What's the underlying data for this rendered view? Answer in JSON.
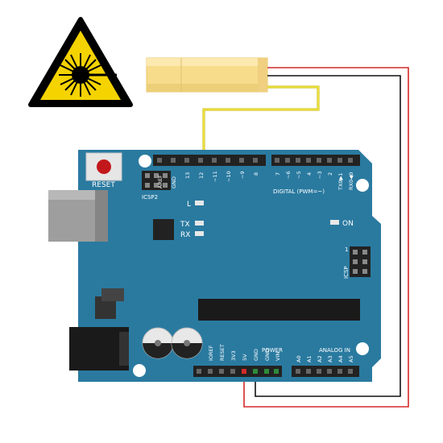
{
  "board": {
    "reset_label": "RESET",
    "icsp2_label": "ICSP2",
    "icsp_label": "ICSP",
    "icsp_pin1": "1",
    "led_l": "L",
    "led_tx": "TX",
    "led_rx": "RX",
    "led_on": "ON",
    "digital_title": "DIGITAL (PWM=~)",
    "power_title": "POWER",
    "analog_title": "ANALOG IN",
    "digital_pins_left": [
      "AREF",
      "GND",
      "13",
      "12",
      "~11",
      "~10",
      "~9",
      "8"
    ],
    "digital_pins_right": [
      "7",
      "~6",
      "~5",
      "4",
      "~3",
      "2",
      "TX0▶1",
      "RX0◀0"
    ],
    "power_pins": [
      "IOREF",
      "RESET",
      "3V3",
      "5V",
      "GND",
      "GND",
      "VIN"
    ],
    "analog_pins": [
      "A0",
      "A1",
      "A2",
      "A3",
      "A4",
      "A5"
    ]
  },
  "colors": {
    "board": "#2a7aa0",
    "wire_signal": "#f2e84a",
    "wire_vcc": "#d42a2a",
    "wire_gnd": "#111111",
    "laser_body": "#f7dc8c",
    "warning_yellow": "#f5d300"
  },
  "icons": {
    "warning": "laser-warning-icon",
    "laser": "laser-module-icon"
  }
}
